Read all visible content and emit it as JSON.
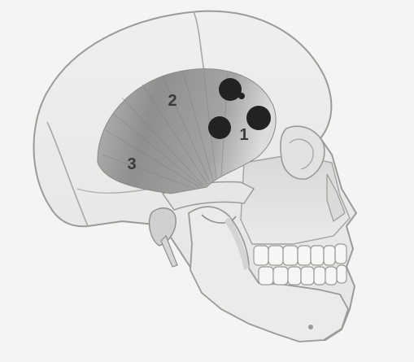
{
  "figure": {
    "subject": "skull-lateral-view-temporalis-muscle",
    "region_labels": [
      "2",
      "3",
      "1"
    ],
    "marker_count": 4,
    "colors": {
      "background": "#f4f4f2",
      "bone_fill": "#ececea",
      "bone_outline": "#9a9a98",
      "muscle_dark": "#8e8e8c",
      "muscle_light": "#d4d4d2",
      "marker": "#222222",
      "label": "#3a3a3a"
    }
  }
}
